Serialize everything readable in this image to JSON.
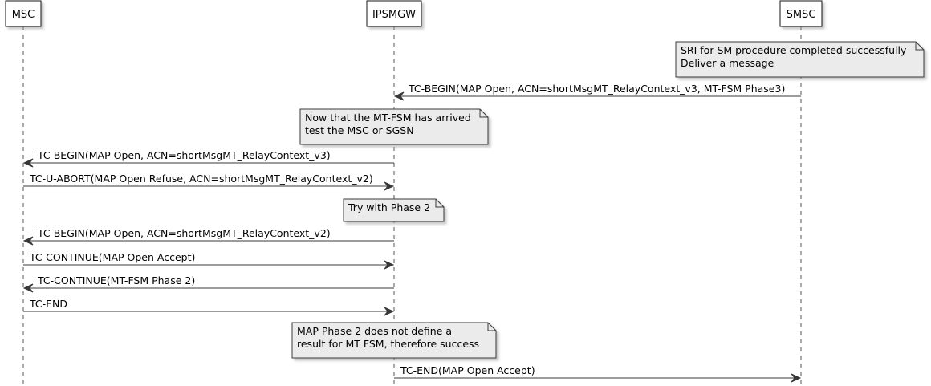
{
  "participants": [
    {
      "id": "msc",
      "label": "MSC"
    },
    {
      "id": "ipsmgw",
      "label": "IPSMGW"
    },
    {
      "id": "smsc",
      "label": "SMSC"
    }
  ],
  "steps": [
    {
      "kind": "note",
      "over": "smsc",
      "lines": [
        "SRI for SM procedure completed successfully",
        "Deliver a message"
      ]
    },
    {
      "kind": "message",
      "from": "smsc",
      "to": "ipsmgw",
      "label": "TC-BEGIN(MAP Open, ACN=shortMsgMT_RelayContext_v3, MT-FSM Phase3)"
    },
    {
      "kind": "note",
      "over": "ipsmgw",
      "lines": [
        "Now that the MT-FSM has arrived",
        "test the MSC or SGSN"
      ]
    },
    {
      "kind": "message",
      "from": "ipsmgw",
      "to": "msc",
      "label": "TC-BEGIN(MAP Open, ACN=shortMsgMT_RelayContext_v3)"
    },
    {
      "kind": "message",
      "from": "msc",
      "to": "ipsmgw",
      "label": "TC-U-ABORT(MAP Open Refuse, ACN=shortMsgMT_RelayContext_v2)"
    },
    {
      "kind": "note",
      "over": "ipsmgw",
      "lines": [
        "Try with Phase 2"
      ]
    },
    {
      "kind": "message",
      "from": "ipsmgw",
      "to": "msc",
      "label": "TC-BEGIN(MAP Open, ACN=shortMsgMT_RelayContext_v2)"
    },
    {
      "kind": "message",
      "from": "msc",
      "to": "ipsmgw",
      "label": "TC-CONTINUE(MAP Open Accept)"
    },
    {
      "kind": "message",
      "from": "ipsmgw",
      "to": "msc",
      "label": "TC-CONTINUE(MT-FSM Phase 2)"
    },
    {
      "kind": "message",
      "from": "msc",
      "to": "ipsmgw",
      "label": "TC-END"
    },
    {
      "kind": "note",
      "over": "ipsmgw",
      "lines": [
        "MAP Phase 2 does not define a",
        "result for MT FSM, therefore success"
      ]
    },
    {
      "kind": "message",
      "from": "ipsmgw",
      "to": "smsc",
      "label": "TC-END(MAP Open Accept)"
    }
  ],
  "colors": {
    "line": "#383838",
    "lifeline": "#555555",
    "box_fill": "#ffffff",
    "box_border": "#181818",
    "note_fill": "#ebebeb",
    "note_border": "#3a3a3a",
    "shadow": "#c8c8c8",
    "text": "#000000"
  }
}
